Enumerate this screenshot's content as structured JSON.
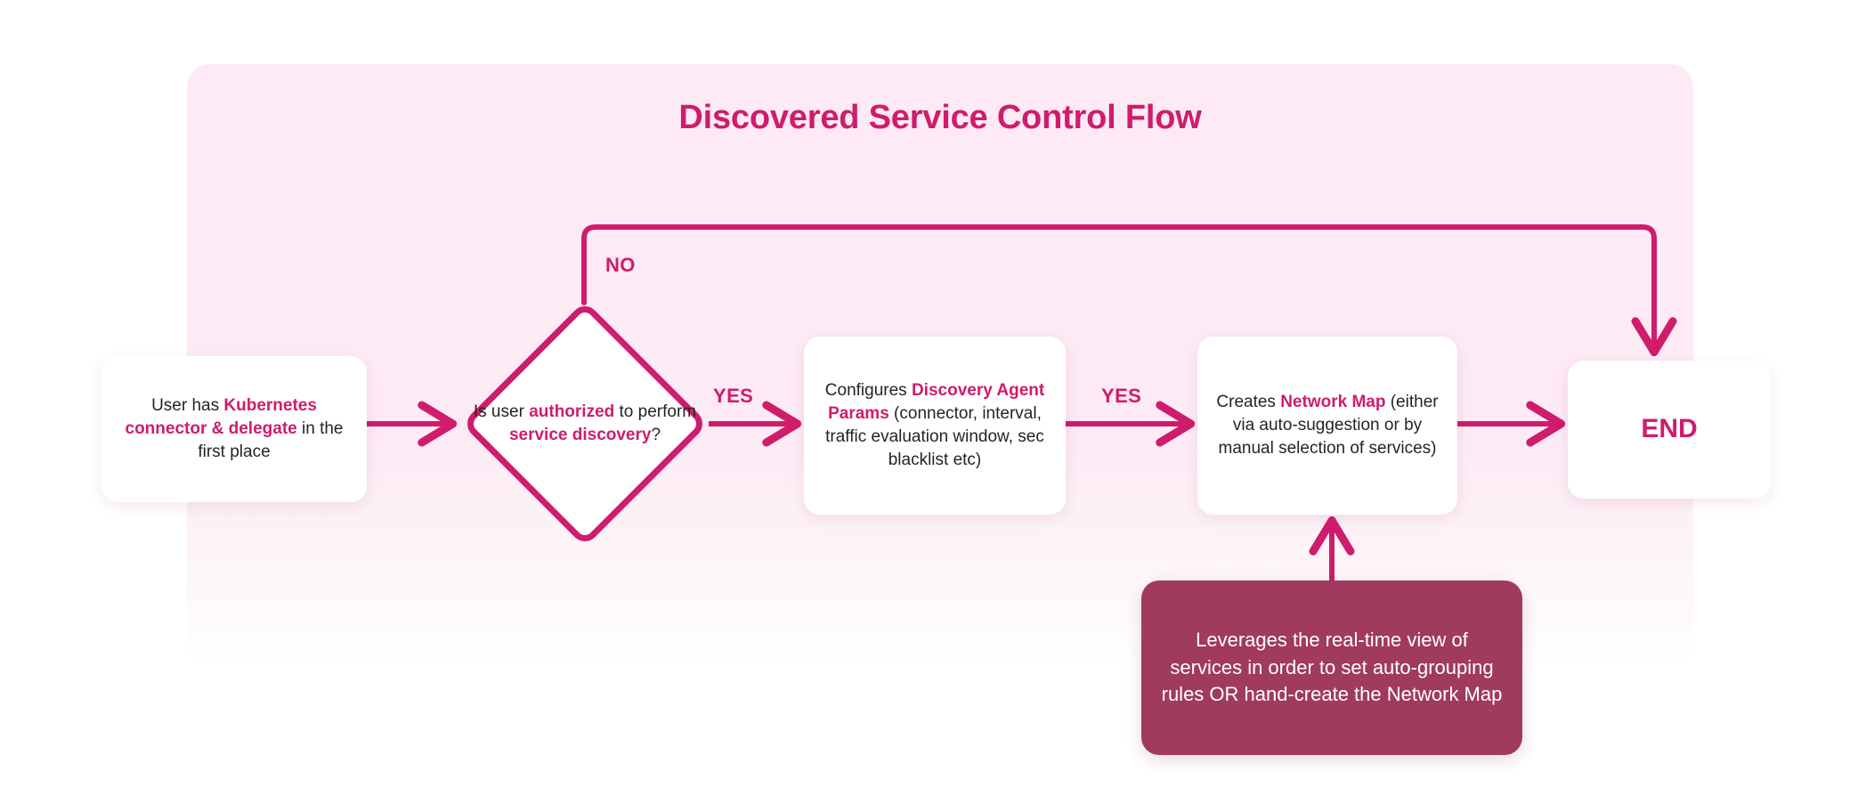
{
  "diagram": {
    "title": "Discovered Service Control Flow",
    "colors": {
      "accent": "#cf1c6c",
      "panel_background": "#fdeaf4",
      "note_background": "#a03a5e",
      "node_background": "#ffffff",
      "body_text": "#1f2328",
      "note_text": "#ffffff"
    },
    "nodes": {
      "start": {
        "type": "process",
        "text_parts": [
          {
            "text": "User has ",
            "emphasis": false
          },
          {
            "text": "Kubernetes connector & delegate",
            "emphasis": true
          },
          {
            "text": " in the first place",
            "emphasis": false
          }
        ]
      },
      "decision": {
        "type": "decision",
        "text_parts": [
          {
            "text": "Is user ",
            "emphasis": false
          },
          {
            "text": "authorized",
            "emphasis": true
          },
          {
            "text": " to perform ",
            "emphasis": false
          },
          {
            "text": "service discovery",
            "emphasis": true
          },
          {
            "text": "?",
            "emphasis": false
          }
        ]
      },
      "params": {
        "type": "process",
        "text_parts": [
          {
            "text": "Configures ",
            "emphasis": false
          },
          {
            "text": "Discovery Agent Params",
            "emphasis": true
          },
          {
            "text": " (connector, interval, traffic evaluation window, sec blacklist etc)",
            "emphasis": false
          }
        ]
      },
      "netmap": {
        "type": "process",
        "text_parts": [
          {
            "text": "Creates ",
            "emphasis": false
          },
          {
            "text": "Network Map",
            "emphasis": true
          },
          {
            "text": " (either via auto-suggestion or by manual selection of services)",
            "emphasis": false
          }
        ]
      },
      "end": {
        "type": "terminator",
        "label": "END"
      },
      "note": {
        "type": "annotation",
        "text": "Leverages the real-time view of services in order to set auto-grouping rules OR hand-create the Network Map"
      }
    },
    "edges": [
      {
        "from": "start",
        "to": "decision",
        "label": ""
      },
      {
        "from": "decision",
        "to": "params",
        "label": "YES"
      },
      {
        "from": "decision",
        "to": "end",
        "label": "NO"
      },
      {
        "from": "params",
        "to": "netmap",
        "label": "YES"
      },
      {
        "from": "netmap",
        "to": "end",
        "label": ""
      },
      {
        "from": "note",
        "to": "netmap",
        "label": ""
      }
    ],
    "edge_labels": {
      "no": "NO",
      "yes_first": "YES",
      "yes_second": "YES"
    }
  }
}
